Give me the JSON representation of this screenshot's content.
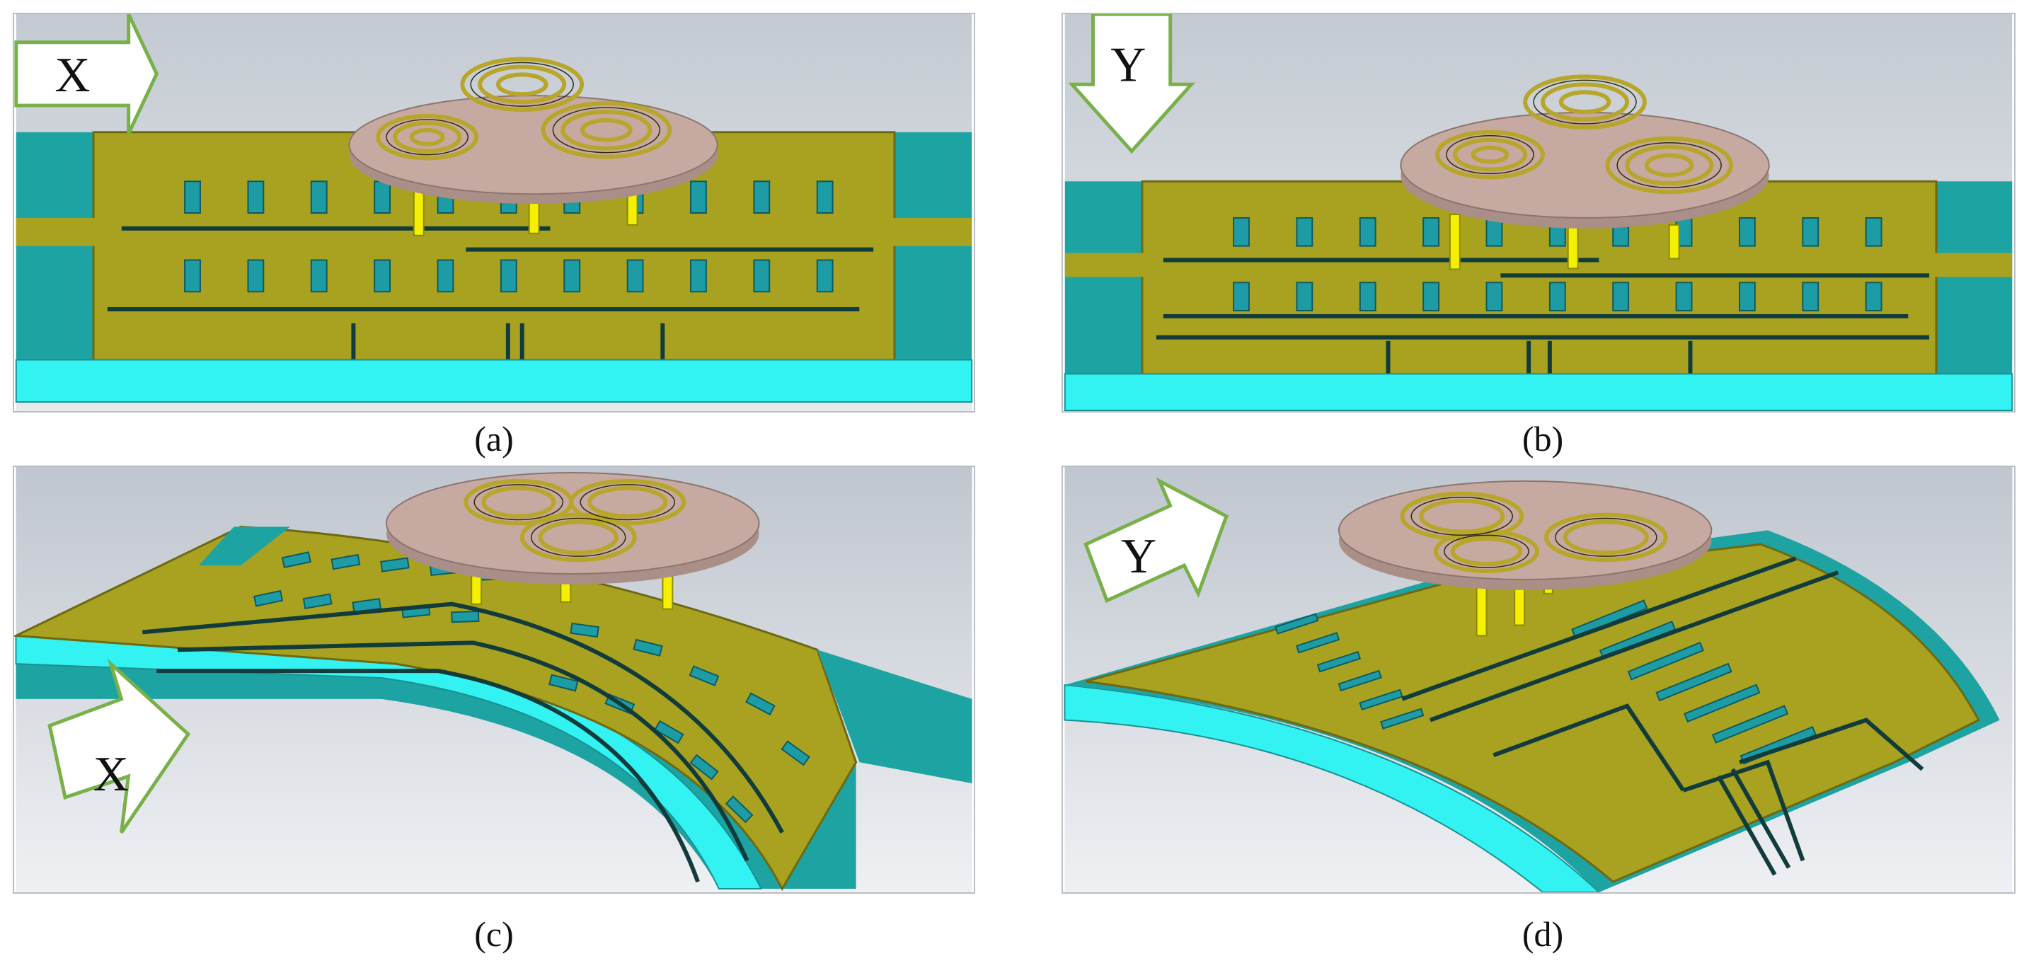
{
  "colors": {
    "bg_top": "#d9dde3",
    "bg_bottom": "#b5bcc6",
    "patch": "#a8a220",
    "patch_dark": "#7f7a16",
    "substrate": "#1ea3a3",
    "substrate_face": "#33f2f2",
    "slot": "#1e9ca6",
    "disc": "#c6a9a0",
    "disc_edge": "#a98f87",
    "spiral": "#b7a62a",
    "pin": "#f5f000",
    "arrow_fill": "#ffffff",
    "arrow_stroke": "#78b04a"
  },
  "panels": [
    {
      "id": "a",
      "caption": "(a)",
      "arrow": "X"
    },
    {
      "id": "b",
      "caption": "(b)",
      "arrow": "Y"
    },
    {
      "id": "c",
      "caption": "(c)",
      "arrow": "X"
    },
    {
      "id": "d",
      "caption": "(d)",
      "arrow": "Y"
    }
  ]
}
